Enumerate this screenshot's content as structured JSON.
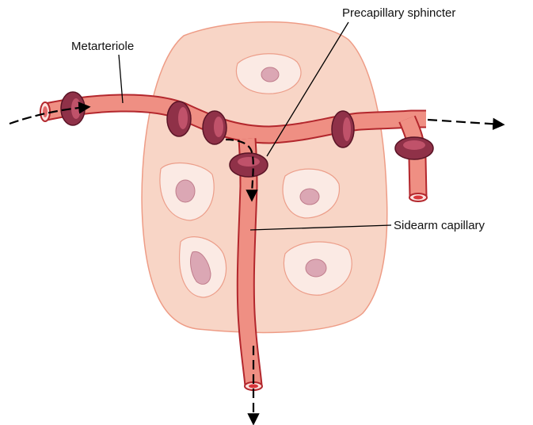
{
  "labels": {
    "metarteriole": "Metarteriole",
    "precapillary_sphincter": "Precapillary sphincter",
    "sidearm_capillary": "Sidearm capillary"
  },
  "colors": {
    "tissue_fill": "#f8d5c6",
    "tissue_stroke": "#ee9c86",
    "cell_fill": "#fbeae4",
    "nucleus_fill": "#dba7b4",
    "vessel_fill": "#ef8f83",
    "vessel_stroke": "#b3272d",
    "sphincter_fill": "#8f3148",
    "arrow": "#000000"
  }
}
